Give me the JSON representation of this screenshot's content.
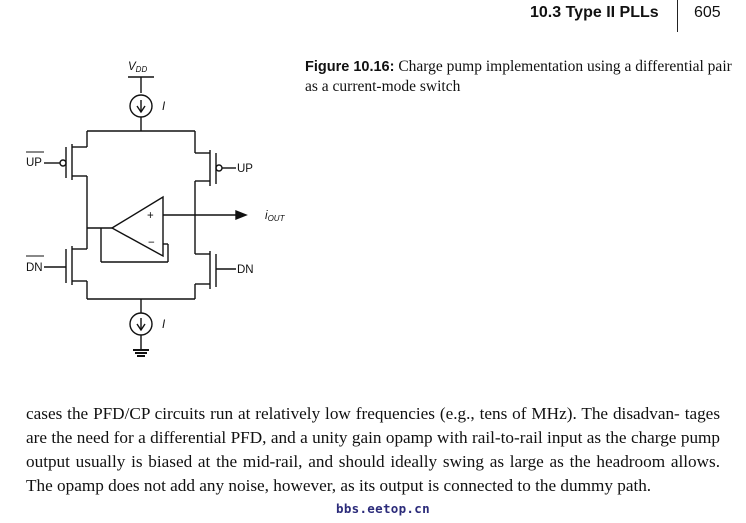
{
  "header": {
    "section": "10.3 Type II PLLs",
    "page_number": "605"
  },
  "figure": {
    "label": "Figure 10.16:",
    "caption": "Charge pump implementation using a differential pair as a current-mode switch",
    "labels": {
      "vdd_main": "V",
      "vdd_sub": "DD",
      "current_top": "I",
      "current_bottom": "I",
      "up_bar": "UP",
      "up": "UP",
      "dn_bar": "DN",
      "dn": "DN",
      "iout_main": "i",
      "iout_sub": "OUT",
      "opamp_plus": "+",
      "opamp_minus": "−"
    }
  },
  "body": {
    "lines": [
      "cases the PFD/CP circuits run at relatively low frequencies (e.g., tens of MHz). The disadvan-",
      "tages are the need for a differential PFD, and a unity gain opamp with rail-to-rail input as the",
      "charge pump output usually is biased at the mid-rail, and should ideally swing as large as the",
      "headroom allows. The opamp does not add any noise, however, as its output is connected to",
      "the dummy path."
    ]
  },
  "watermark": "bbs.eetop.cn"
}
